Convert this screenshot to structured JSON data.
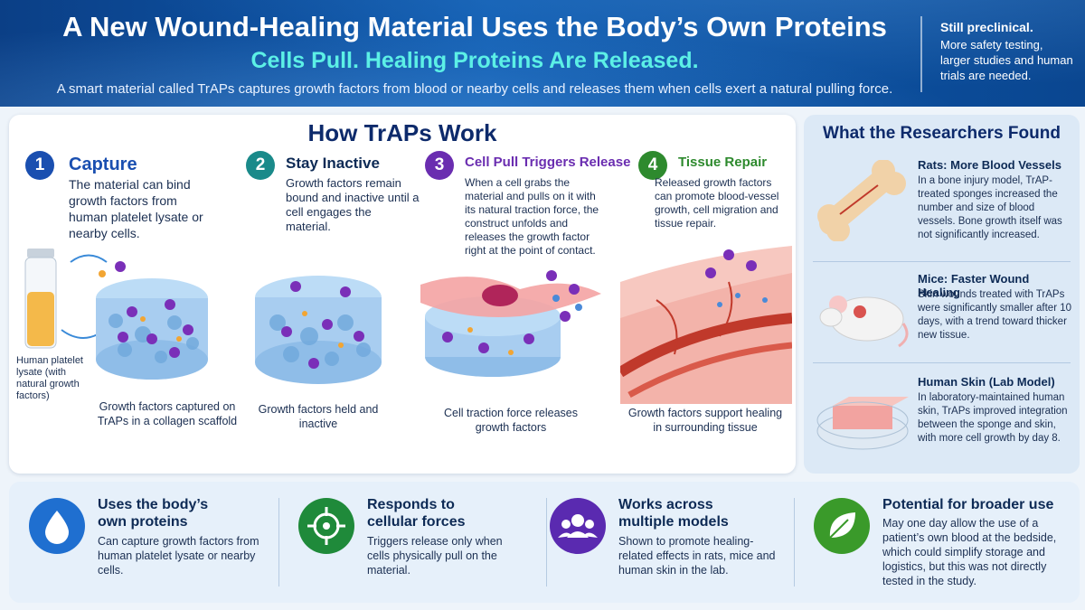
{
  "header": {
    "title": "A New Wound-Healing Material Uses the Body’s Own Proteins",
    "subtitle": "Cells Pull. Healing Proteins Are Released.",
    "intro": "A smart material called TrAPs captures growth factors from blood or nearby cells and releases them when cells exert a natural pulling force.",
    "note_line1": "Still preclinical.",
    "note_line2": "More safety testing, larger studies and human trials are needed."
  },
  "how": {
    "title": "How TrAPs Work",
    "steps": [
      {
        "num": "1",
        "title": "Capture",
        "desc": "The material can bind growth factors from human platelet lysate or nearby cells.",
        "caption": "Growth factors captured on TrAPs in a collagen scaffold",
        "color": "#1a4fb0"
      },
      {
        "num": "2",
        "title": "Stay Inactive",
        "desc": "Growth factors remain bound and inactive until a cell engages the material.",
        "caption": "Growth factors held and inactive",
        "color": "#1a8a8a"
      },
      {
        "num": "3",
        "title": "Cell Pull Triggers Release",
        "desc": "When a cell grabs the material and pulls on it with its natural traction force, the construct unfolds and releases the growth factor right at the point of contact.",
        "caption": "Cell traction force releases growth factors",
        "color": "#6a2db0"
      },
      {
        "num": "4",
        "title": "Tissue Repair",
        "desc": "Released growth factors can promote blood-vessel growth, cell migration and tissue repair.",
        "caption": "Growth factors support healing in surrounding tissue",
        "color": "#2e8a2e"
      }
    ],
    "vial_label": "Human platelet lysate (with natural growth factors)"
  },
  "findings": {
    "title": "What the Researchers Found",
    "items": [
      {
        "head": "Rats: More Blood Vessels",
        "text": "In a bone injury model, TrAP-treated sponges increased the number and size of blood vessels. Bone growth itself was not significantly increased.",
        "icon": "bone-icon"
      },
      {
        "head": "Mice: Faster Wound Healing",
        "text": "Skin wounds treated with TrAPs were significantly smaller after 10 days, with a trend toward thicker new tissue.",
        "icon": "mouse-icon"
      },
      {
        "head": "Human Skin (Lab Model)",
        "text": "In laboratory-maintained human skin, TrAPs improved integration between the sponge and skin, with more cell growth by day 8.",
        "icon": "petri-dish-icon"
      }
    ]
  },
  "benefits": [
    {
      "title": "Uses the body’s own proteins",
      "text": "Can capture growth factors from human platelet lysate or nearby cells.",
      "color": "#1f6fd0",
      "icon": "droplet-icon"
    },
    {
      "title": "Responds to cellular forces",
      "text": "Triggers release only when cells physically pull on the material.",
      "color": "#1f8a3a",
      "icon": "target-icon"
    },
    {
      "title": "Works across multiple models",
      "text": "Shown to promote healing-related effects in rats, mice and human skin in the lab.",
      "color": "#5a2ab0",
      "icon": "group-icon"
    },
    {
      "title": "Potential for broader use",
      "text": "May one day allow the use of a patient’s own blood at the bedside, which could simplify storage and logistics, but this was not directly tested in the study.",
      "color": "#3a9a2a",
      "icon": "leaf-icon"
    }
  ]
}
